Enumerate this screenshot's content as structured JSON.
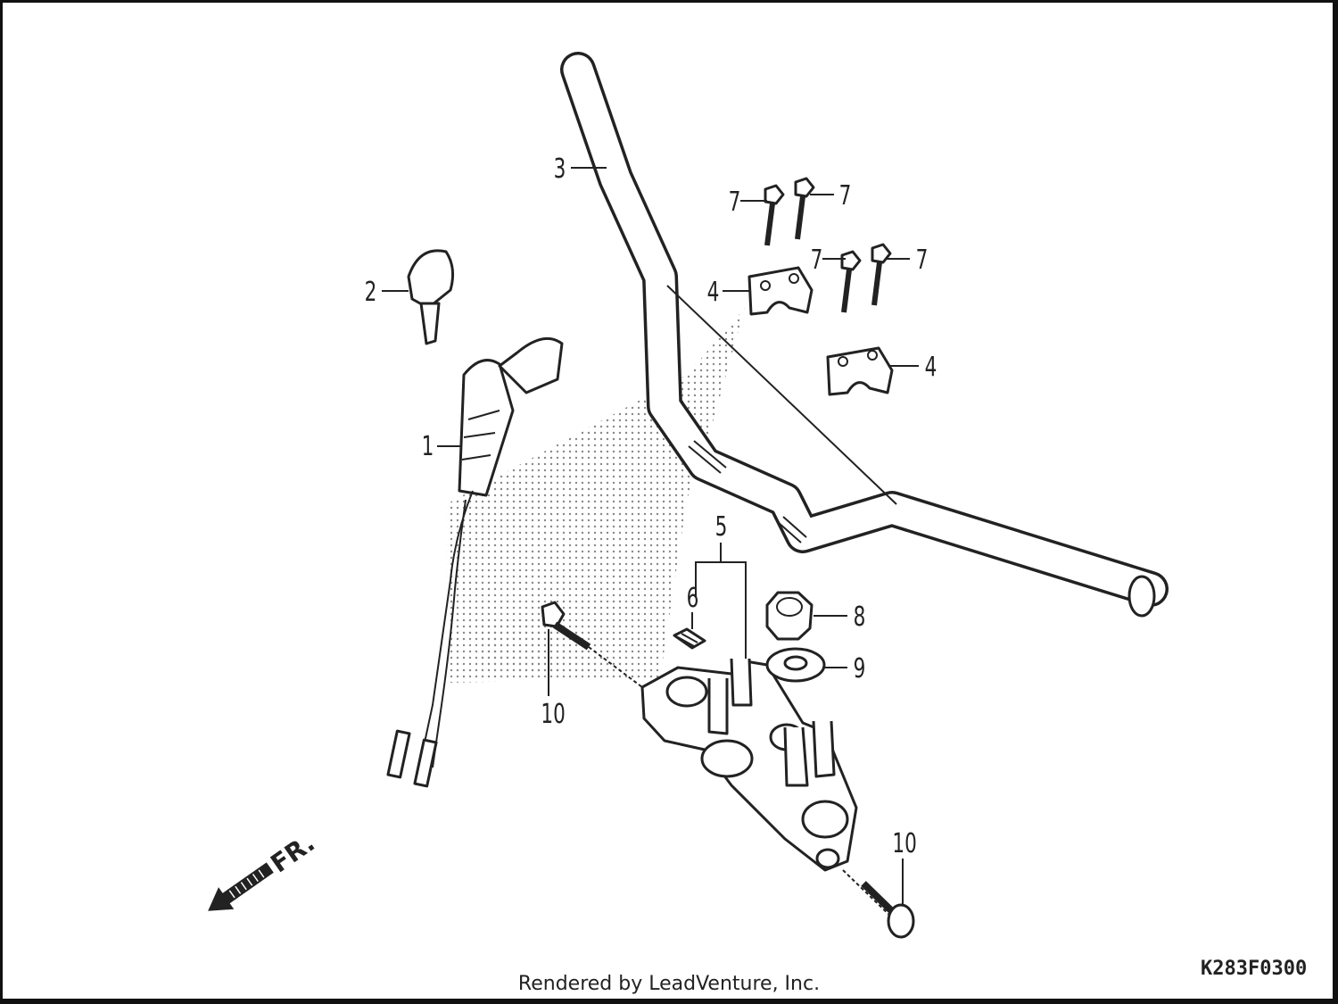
{
  "diagram": {
    "callouts": [
      {
        "id": "c1",
        "label": "1"
      },
      {
        "id": "c2",
        "label": "2"
      },
      {
        "id": "c3",
        "label": "3"
      },
      {
        "id": "c4a",
        "label": "4"
      },
      {
        "id": "c4b",
        "label": "4"
      },
      {
        "id": "c5",
        "label": "5"
      },
      {
        "id": "c6",
        "label": "6"
      },
      {
        "id": "c7a",
        "label": "7"
      },
      {
        "id": "c7b",
        "label": "7"
      },
      {
        "id": "c7c",
        "label": "7"
      },
      {
        "id": "c7d",
        "label": "7"
      },
      {
        "id": "c8",
        "label": "8"
      },
      {
        "id": "c9",
        "label": "9"
      },
      {
        "id": "c10a",
        "label": "10"
      },
      {
        "id": "c10b",
        "label": "10"
      }
    ],
    "front_arrow_label": "FR.",
    "drawing_code": "K283F0300"
  },
  "footer": {
    "credit": "Rendered by LeadVenture, Inc."
  },
  "colors": {
    "line": "#222222",
    "shade": "#888888",
    "background": "#ffffff"
  }
}
